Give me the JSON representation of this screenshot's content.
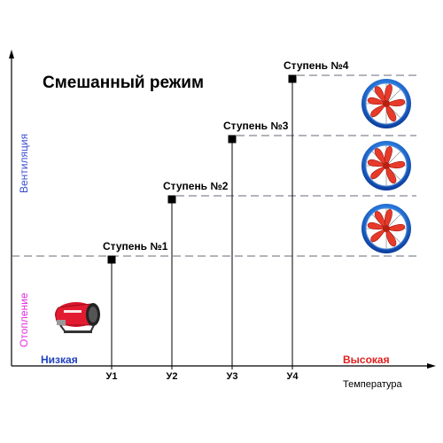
{
  "title": "Смешанный режим",
  "axis": {
    "x_title": "Температура",
    "low": "Низкая",
    "high": "Высокая",
    "y_ventilation": "Вентиляция",
    "y_heating": "Отопление"
  },
  "colors": {
    "low": "#1f3fbf",
    "high": "#e02020",
    "ventilation": "#3a4fd0",
    "heating": "#e030e0",
    "dash": "#6a6a7a"
  },
  "steps": [
    {
      "label": "Ступень №1",
      "tick": "У1"
    },
    {
      "label": "Ступень №2",
      "tick": "У2"
    },
    {
      "label": "Ступень №3",
      "tick": "У3"
    },
    {
      "label": "Ступень №4",
      "tick": "У4"
    }
  ],
  "icons": {
    "heater": "heat-gun-icon",
    "fans": [
      "axial-fan-icon",
      "axial-fan-icon",
      "axial-fan-icon"
    ]
  }
}
